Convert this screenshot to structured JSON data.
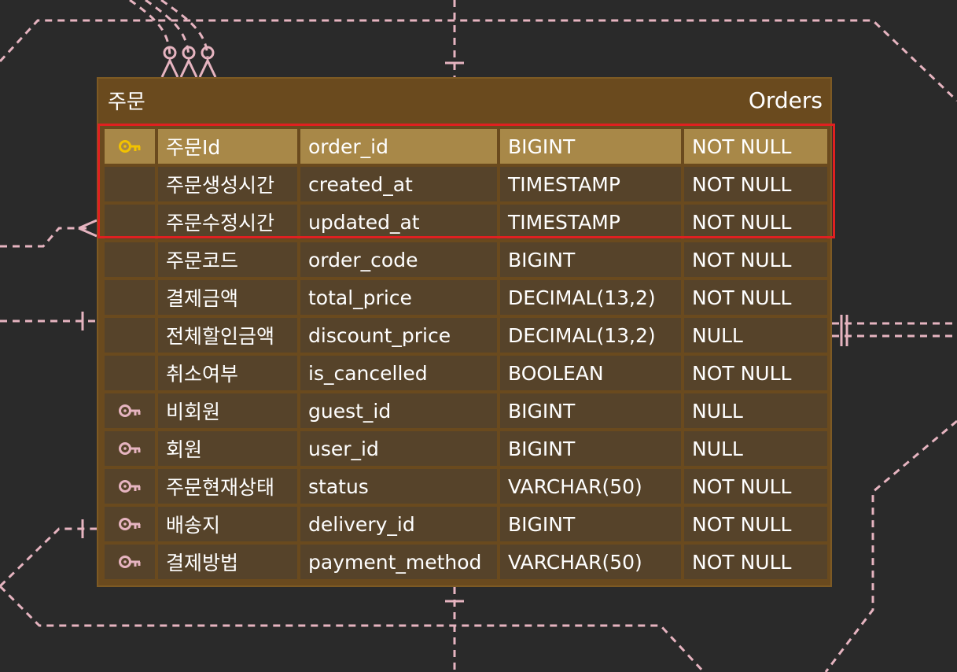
{
  "entity": {
    "title_ko": "주문",
    "title_en": "Orders",
    "rows": [
      {
        "key": "primary",
        "ko": "주문Id",
        "column": "order_id",
        "type": "BIGINT",
        "nullability": "NOT NULL"
      },
      {
        "key": "",
        "ko": "주문생성시간",
        "column": "created_at",
        "type": "TIMESTAMP",
        "nullability": "NOT NULL"
      },
      {
        "key": "",
        "ko": "주문수정시간",
        "column": "updated_at",
        "type": "TIMESTAMP",
        "nullability": "NOT NULL"
      },
      {
        "key": "",
        "ko": "주문코드",
        "column": "order_code",
        "type": "BIGINT",
        "nullability": "NOT NULL"
      },
      {
        "key": "",
        "ko": "결제금액",
        "column": "total_price",
        "type": "DECIMAL(13,2)",
        "nullability": "NOT NULL"
      },
      {
        "key": "",
        "ko": "전체할인금액",
        "column": "discount_price",
        "type": "DECIMAL(13,2)",
        "nullability": "NULL"
      },
      {
        "key": "",
        "ko": "취소여부",
        "column": "is_cancelled",
        "type": "BOOLEAN",
        "nullability": "NOT NULL"
      },
      {
        "key": "foreign",
        "ko": "비회원",
        "column": "guest_id",
        "type": "BIGINT",
        "nullability": "NULL"
      },
      {
        "key": "foreign",
        "ko": "회원",
        "column": "user_id",
        "type": "BIGINT",
        "nullability": "NULL"
      },
      {
        "key": "foreign",
        "ko": "주문현재상태",
        "column": "status",
        "type": "VARCHAR(50)",
        "nullability": "NOT NULL"
      },
      {
        "key": "foreign",
        "ko": "배송지",
        "column": "delivery_id",
        "type": "BIGINT",
        "nullability": "NOT NULL"
      },
      {
        "key": "foreign",
        "ko": "결제방법",
        "column": "payment_method",
        "type": "VARCHAR(50)",
        "nullability": "NOT NULL"
      }
    ]
  },
  "icons": {
    "primary": "primary-key-icon",
    "foreign": "foreign-key-icon"
  },
  "colors": {
    "background": "#2a2a2a",
    "entity": "#6a4a1e",
    "cell": "#56432a",
    "selected_row": "#a88848",
    "primary_key": "#f2c200",
    "foreign_key": "#e6b4c0",
    "connector": "#e6b4c0",
    "selection_outline": "#e02020"
  }
}
